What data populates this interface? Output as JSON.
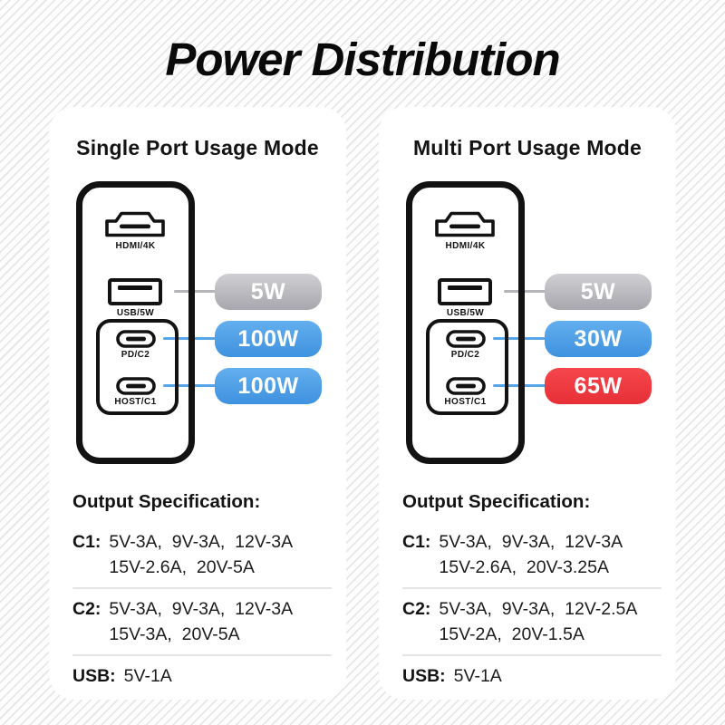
{
  "title": "Power Distribution",
  "colors": {
    "badge_gray": "#b9b9be",
    "badge_blue": "#4f9fe6",
    "badge_red": "#ee3a40",
    "line_gray": "#b4b4b9",
    "line_blue": "#57a5e9",
    "outline_black": "#121212",
    "badge_text": "#ffffff"
  },
  "panels": [
    {
      "title": "Single Port Usage Mode",
      "device": {
        "ports": [
          {
            "type": "hdmi",
            "label": "HDMI/4K"
          },
          {
            "type": "usb-a",
            "label": "USB/5W"
          },
          {
            "type": "usb-c",
            "label": "PD/C2"
          },
          {
            "type": "usb-c",
            "label": "HOST/C1"
          }
        ]
      },
      "badges": [
        {
          "label": "5W",
          "color": "gray"
        },
        {
          "label": "100W",
          "color": "blue"
        },
        {
          "label": "100W",
          "color": "blue"
        }
      ],
      "spec": {
        "heading": "Output Specification:",
        "rows": [
          {
            "label": "C1:",
            "line1": "5V-3A,  9V-3A,  12V-3A",
            "line2": "15V-2.6A,  20V-5A"
          },
          {
            "label": "C2:",
            "line1": "5V-3A,  9V-3A,  12V-3A",
            "line2": "15V-3A,  20V-5A"
          },
          {
            "label": "USB:",
            "line1": "5V-1A",
            "line2": ""
          }
        ]
      }
    },
    {
      "title": "Multi Port Usage Mode",
      "device": {
        "ports": [
          {
            "type": "hdmi",
            "label": "HDMI/4K"
          },
          {
            "type": "usb-a",
            "label": "USB/5W"
          },
          {
            "type": "usb-c",
            "label": "PD/C2"
          },
          {
            "type": "usb-c",
            "label": "HOST/C1"
          }
        ]
      },
      "badges": [
        {
          "label": "5W",
          "color": "gray"
        },
        {
          "label": "30W",
          "color": "blue"
        },
        {
          "label": "65W",
          "color": "red"
        }
      ],
      "spec": {
        "heading": "Output Specification:",
        "rows": [
          {
            "label": "C1:",
            "line1": "5V-3A,  9V-3A,  12V-3A",
            "line2": "15V-2.6A,  20V-3.25A"
          },
          {
            "label": "C2:",
            "line1": "5V-3A,  9V-3A,  12V-2.5A",
            "line2": "15V-2A,  20V-1.5A"
          },
          {
            "label": "USB:",
            "line1": "5V-1A",
            "line2": ""
          }
        ]
      }
    }
  ]
}
